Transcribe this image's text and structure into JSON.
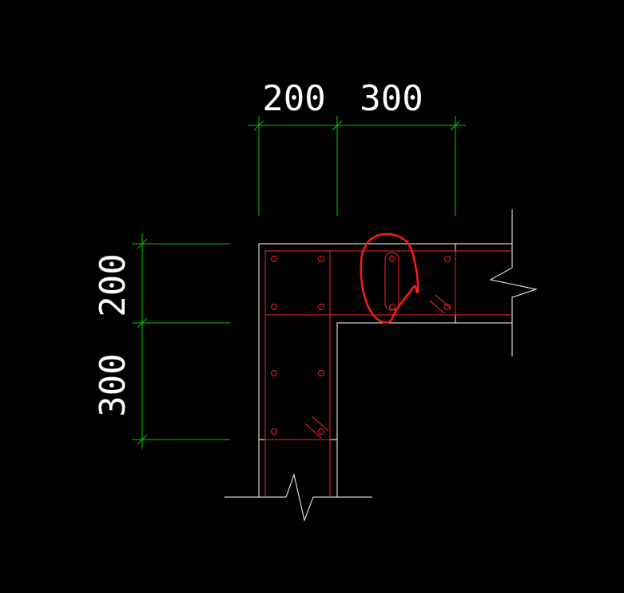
{
  "colors": {
    "background": "#000000",
    "outline": "#ffffff",
    "dimension": "#00cc00",
    "rebar": "#ff2020",
    "hatch": "#ff3030",
    "annotation": "#ff1a1a",
    "text": "#ffffff"
  },
  "dimensions": {
    "top": [
      "200",
      "300"
    ],
    "left": [
      "200",
      "300"
    ]
  },
  "annotation": {
    "shape": "hand-drawn-circle"
  }
}
